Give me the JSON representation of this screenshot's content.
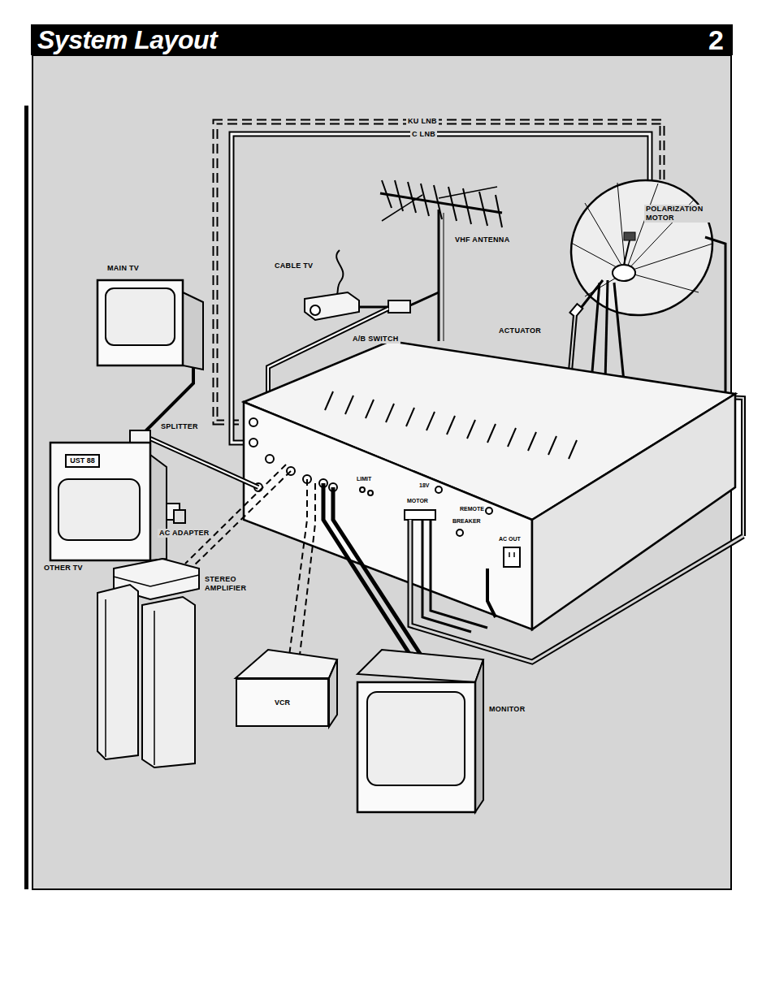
{
  "diagram": {
    "title": "System Layout",
    "nodes": [
      {
        "text": [
          "UST 88"
        ]
      },
      {
        "text": [
          "VCR"
        ]
      }
    ],
    "labels": [
      "2",
      "KU LNB",
      "C LNB",
      "VHF ANTENNA",
      "POLARIZATION MOTOR",
      "CABLE TV",
      "MAIN TV",
      "A/B SWITCH",
      "ACTUATOR",
      "SPLITTER",
      "18V",
      "REMOTE",
      "LIMIT",
      "MOTOR",
      "BREAKER",
      "AC OUT",
      "AC ADAPTER",
      "OTHER TV",
      "STEREO AMPLIFIER",
      "MONITOR"
    ]
  }
}
